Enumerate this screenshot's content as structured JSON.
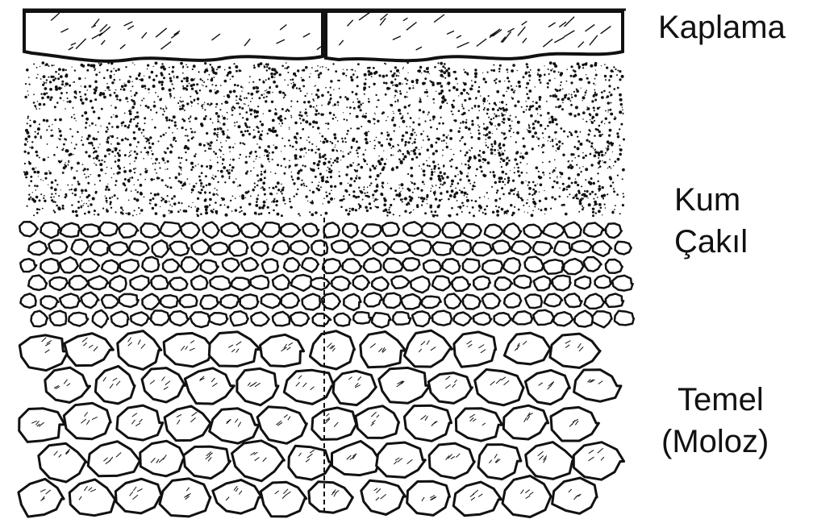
{
  "labels": {
    "surface": "Kaplama",
    "sand_gravel": {
      "line1": "Kum",
      "line2": "Çakıl"
    },
    "foundation": {
      "line1": "Temel",
      "line2": "(Moloz)"
    }
  },
  "colors": {
    "ink": "#111111",
    "paper": "#ffffff"
  }
}
